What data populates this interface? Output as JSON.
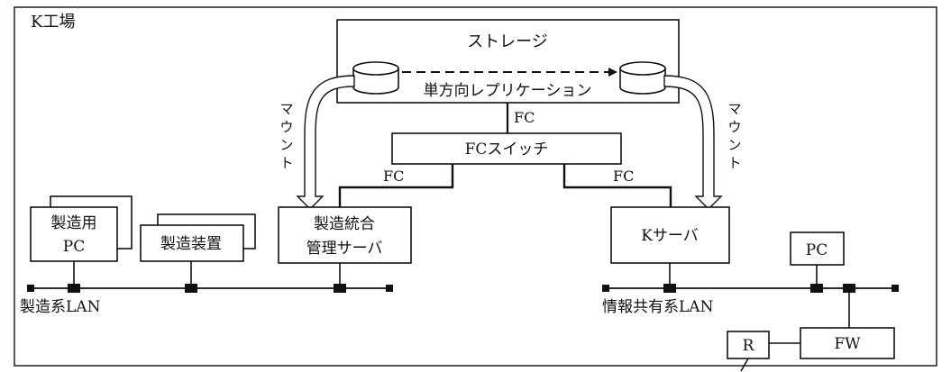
{
  "site_label": "K工場",
  "storage": {
    "title": "ストレージ",
    "replication": "単方向レプリケーション"
  },
  "links": {
    "fc_storage": "FC",
    "fc_left": "FC",
    "fc_right": "FC",
    "mount_left": [
      "マ",
      "ウ",
      "ン",
      "ト"
    ],
    "mount_right": [
      "マ",
      "ウ",
      "ン",
      "ト"
    ]
  },
  "fc_switch": "FCスイッチ",
  "manufacturing_pc": [
    "製造用",
    "PC"
  ],
  "manufacturing_device": "製造装置",
  "integrated_server": [
    "製造統合",
    "管理サーバ"
  ],
  "k_server": "Kサーバ",
  "pc": "PC",
  "fw": "FW",
  "router": "R",
  "lan_manufacturing": "製造系LAN",
  "lan_info_sharing": "情報共有系LAN"
}
